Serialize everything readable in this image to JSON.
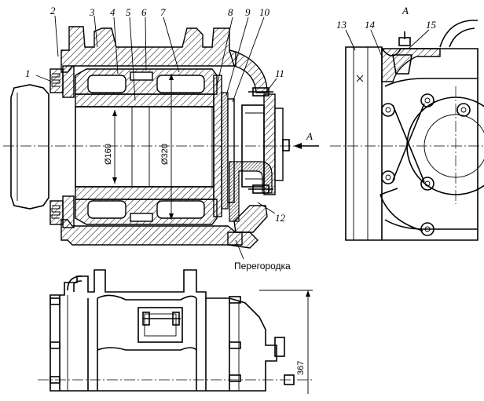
{
  "labels": {
    "n1": "1",
    "n2": "2",
    "n3": "3",
    "n4": "4",
    "n5": "5",
    "n6": "6",
    "n7": "7",
    "n8": "8",
    "n9": "9",
    "n10": "10",
    "n11": "11",
    "n12": "12",
    "n13": "13",
    "n14": "14",
    "n15": "15"
  },
  "view_labels": {
    "section_arrow": "A",
    "view_title": "A"
  },
  "dimensions": {
    "inner_diameter": "Ø160",
    "outer_diameter": "Ø320",
    "height": "367"
  },
  "caption": "Перегородка"
}
